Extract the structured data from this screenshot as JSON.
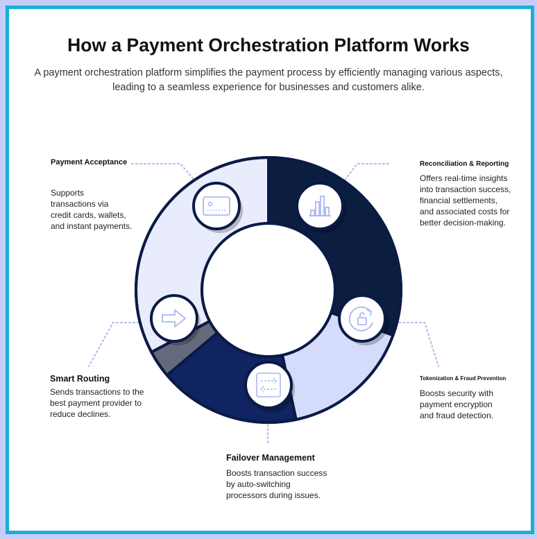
{
  "title": "How a Payment Orchestration Platform Works",
  "subtitle": "A payment orchestration platform simplifies the payment process by efficiently managing various aspects, leading to a seamless experience for businesses and customers alike.",
  "colors": {
    "frame_border": "#1aaed6",
    "outline": "#0b1a45",
    "payment_acceptance": "#e8ecfc",
    "reconciliation": "#0b1e3f",
    "tokenization": "#d5dcfb",
    "failover": "#0f2460",
    "smart_routing": "#646a7c",
    "icon": "#a9b7f2"
  },
  "stages": [
    {
      "id": "payment-acceptance",
      "icon": "credit-card-icon",
      "label": "Payment Acceptance",
      "description": "Supports\ntransactions via\ncredit cards, wallets,\nand instant payments."
    },
    {
      "id": "reconciliation-reporting",
      "icon": "bar-chart-icon",
      "label": "Reconciliation & Reporting",
      "description": "Offers real-time insights\ninto transaction success,\nfinancial settlements,\nand associated costs for\nbetter decision-making."
    },
    {
      "id": "tokenization-fraud-prevention",
      "icon": "lock-refresh-icon",
      "label": "Tokenization & Fraud Prevention",
      "description": "Boosts security with\npayment encryption\nand fraud detection."
    },
    {
      "id": "failover-management",
      "icon": "switch-arrows-icon",
      "label": "Failover Management",
      "description": "Boosts transaction success\nby auto-switching\nprocessors during issues."
    },
    {
      "id": "smart-routing",
      "icon": "arrow-right-icon",
      "label": "Smart Routing",
      "description": "Sends transactions to the\nbest payment provider to\nreduce declines."
    }
  ]
}
